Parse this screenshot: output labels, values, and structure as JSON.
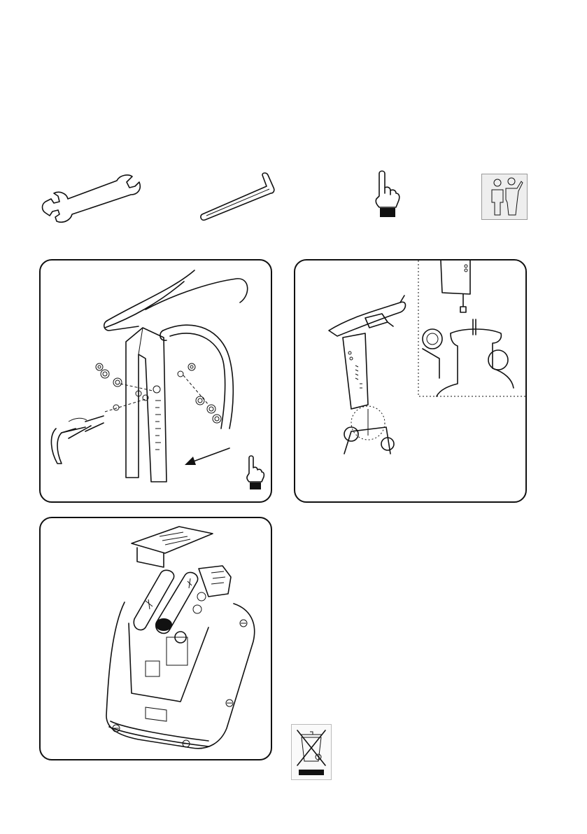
{
  "tools": [
    {
      "icon": "wrench-icon"
    },
    {
      "icon": "allen-key-icon"
    },
    {
      "icon": "pointing-hand-icon"
    },
    {
      "icon": "two-person-assembly-icon"
    }
  ],
  "panels": [
    {
      "icon": "handlebar-assembly-illustration"
    },
    {
      "icon": "seat-post-cable-illustration"
    },
    {
      "icon": "console-battery-illustration"
    }
  ],
  "disposal": {
    "icon": "weee-crossed-bin-icon"
  },
  "colors": {
    "ink": "#111111",
    "gray": "#6b6b6b",
    "paper": "#ffffff"
  }
}
